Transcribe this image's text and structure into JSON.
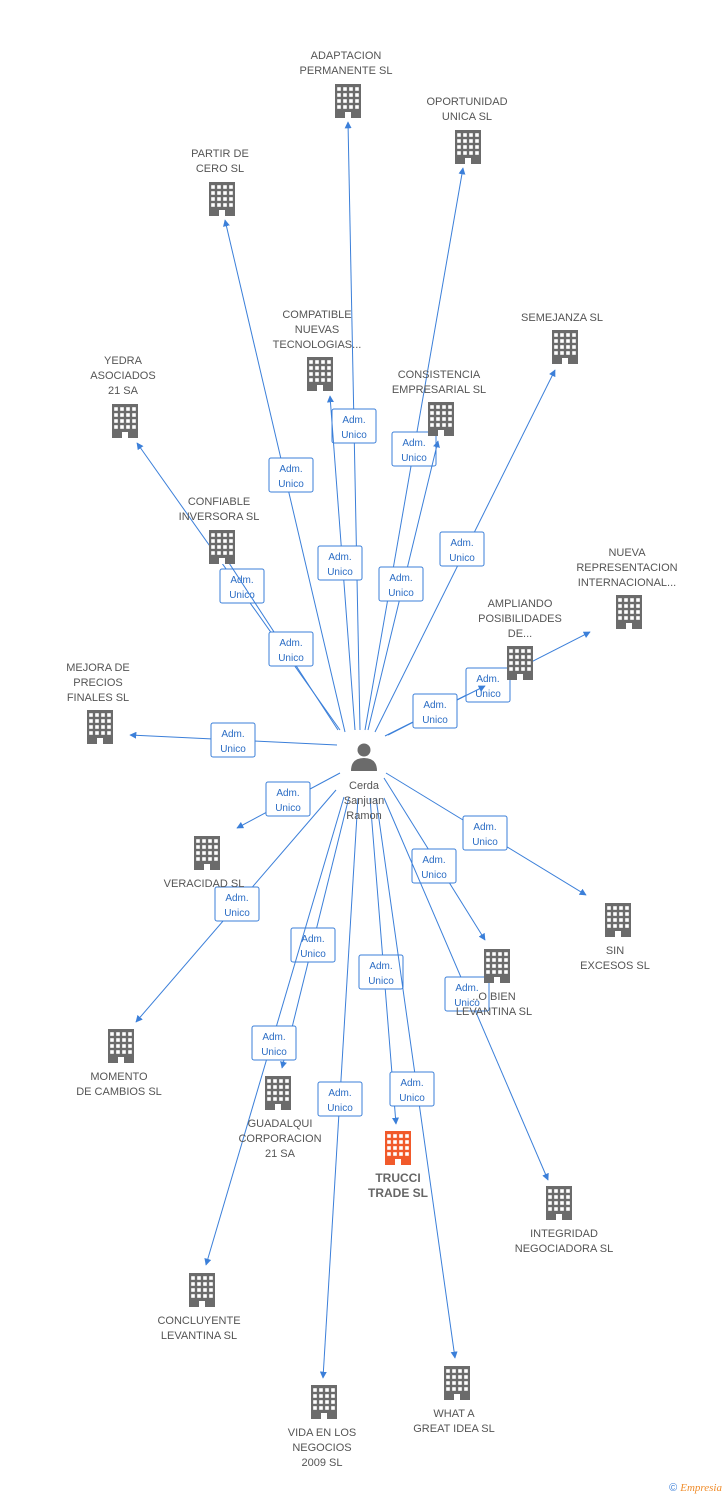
{
  "colors": {
    "edge": "#3b7fd9",
    "building": "#6b6b6b",
    "building_highlight": "#f15a2b",
    "person": "#6b6b6b"
  },
  "person": {
    "icon": "person-icon",
    "label": [
      "Cerda",
      "Sanjuan",
      "Ramon"
    ]
  },
  "edge_role": [
    "Adm.",
    "Unico"
  ],
  "companies": [
    {
      "label": [
        "ADAPTACION",
        "PERMANENTE SL"
      ]
    },
    {
      "label": [
        "OPORTUNIDAD",
        "UNICA SL"
      ]
    },
    {
      "label": [
        "PARTIR DE",
        "CERO SL"
      ]
    },
    {
      "label": [
        "SEMEJANZA SL"
      ]
    },
    {
      "label": [
        "COMPATIBLE",
        "NUEVAS",
        "TECNOLOGIAS..."
      ]
    },
    {
      "label": [
        "YEDRA",
        "ASOCIADOS",
        "21 SA"
      ]
    },
    {
      "label": [
        "CONSISTENCIA",
        "EMPRESARIAL SL"
      ]
    },
    {
      "label": [
        "CONFIABLE",
        "INVERSORA SL"
      ]
    },
    {
      "label": [
        "NUEVA",
        "REPRESENTACION",
        "INTERNACIONAL..."
      ]
    },
    {
      "label": [
        "AMPLIANDO",
        "POSIBILIDADES",
        "DE..."
      ]
    },
    {
      "label": [
        "MEJORA DE",
        "PRECIOS",
        "FINALES SL"
      ]
    },
    {
      "label": [
        "VERACIDAD SL"
      ]
    },
    {
      "label": [
        "SIN",
        "EXCESOS SL"
      ]
    },
    {
      "label": [
        "..O BIEN",
        "LEVANTINA SL"
      ]
    },
    {
      "label": [
        "MOMENTO",
        "DE CAMBIOS SL"
      ]
    },
    {
      "label": [
        "GUADALQUI",
        "CORPORACION",
        "21 SA"
      ]
    },
    {
      "label": [
        "TRUCCI",
        "TRADE SL"
      ],
      "highlight": true
    },
    {
      "label": [
        "INTEGRIDAD",
        "NEGOCIADORA SL"
      ]
    },
    {
      "label": [
        "CONCLUYENTE",
        "LEVANTINA SL"
      ]
    },
    {
      "label": [
        "WHAT A",
        "GREAT IDEA SL"
      ]
    },
    {
      "label": [
        "VIDA EN LOS",
        "NEGOCIOS",
        "2009 SL"
      ]
    }
  ],
  "footer": {
    "copyright": "©",
    "brand": "Empresia"
  }
}
